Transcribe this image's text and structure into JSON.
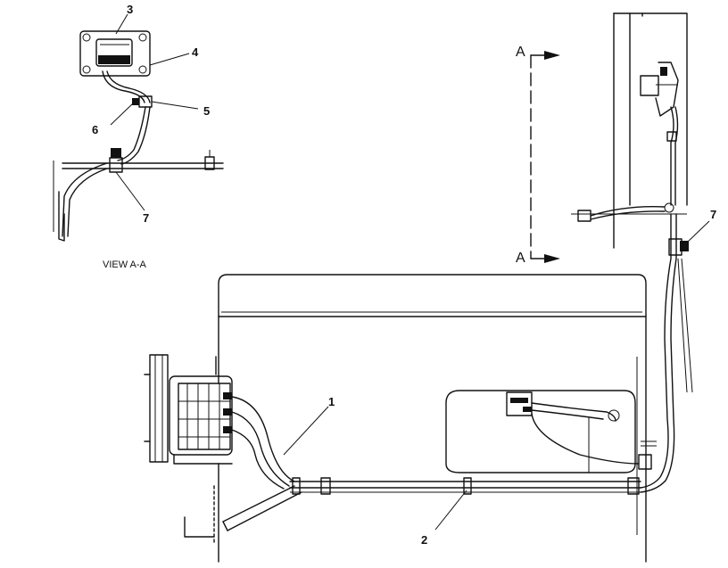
{
  "view_title": "VIEW  A-A",
  "section_marker": {
    "letter_top": "A",
    "letter_bottom": "A"
  },
  "callouts": {
    "c1": "1",
    "c2": "2",
    "c3": "3",
    "c4": "4",
    "c5": "5",
    "c6": "6",
    "c7_view": "7",
    "c7_main": "7"
  }
}
